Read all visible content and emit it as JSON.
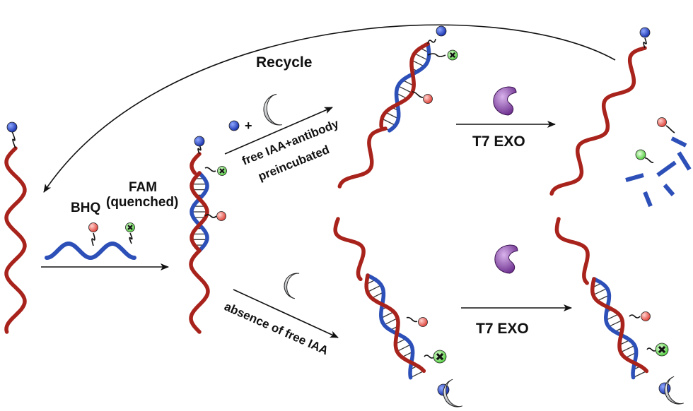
{
  "labels": {
    "recycle": "Recycle",
    "bhq": "BHQ",
    "fam": "FAM",
    "quenched": "(quenched)",
    "upper_condition_line1": "free IAA+antibody",
    "upper_condition_line2": "preincubated",
    "lower_condition": "absence of free IAA",
    "enzyme_upper": "T7 EXO",
    "enzyme_lower": "T7 EXO"
  },
  "colors": {
    "target_strand": "#a8231c",
    "target_strand_dark": "#5a0e0a",
    "probe_strand": "#2c4fb8",
    "probe_strand_dark": "#142a70",
    "bhq_quencher": "#e8574f",
    "fam_fluor": "#5fd14a",
    "iaa_hapten": "#2c4fd0",
    "antibody": "#b9bcc0",
    "t7_exonuclease": "#8a4ba8"
  },
  "icons": {
    "antibody": "crescent-antibody-icon",
    "enzyme": "t7-exonuclease-icon",
    "hapten": "iaa-hapten-icon",
    "quencher": "bhq-quencher-icon",
    "fluorophore": "fam-fluorophore-icon"
  }
}
